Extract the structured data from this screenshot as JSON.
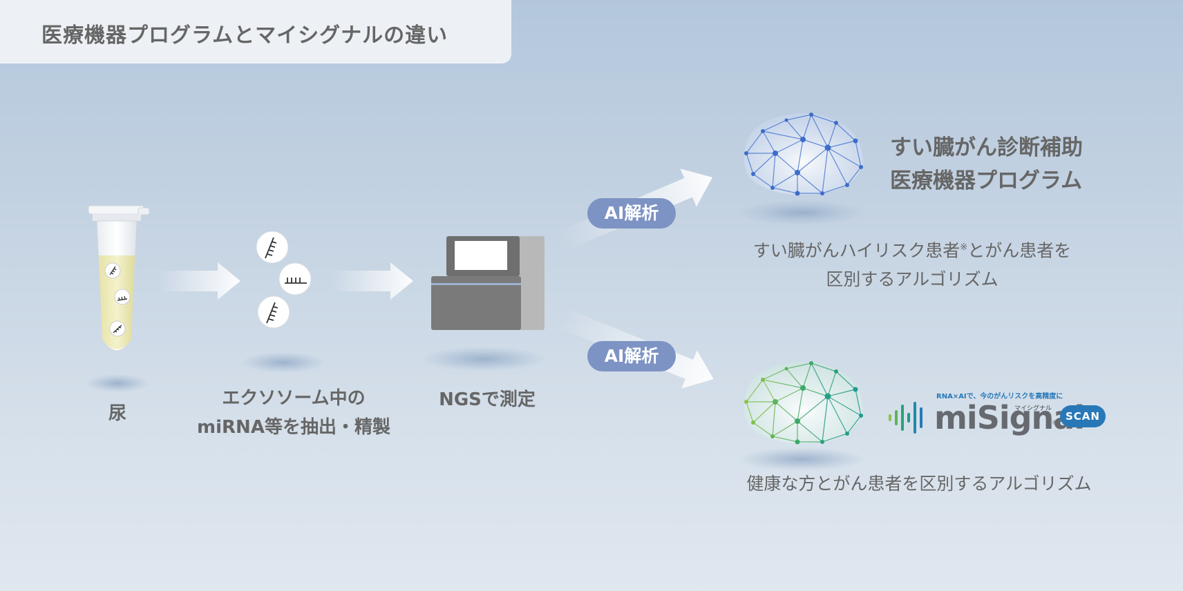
{
  "header": {
    "title": "医療機器プログラムとマイシグナルの違い"
  },
  "steps": {
    "urine": {
      "label": "尿"
    },
    "extract": {
      "line1": "エクソソーム中の",
      "line2": "miRNA等を抽出・精製"
    },
    "ngs": {
      "label": "NGSで測定"
    }
  },
  "analysis": {
    "top_pill": "AI解析",
    "bottom_pill": "AI解析"
  },
  "outcomes": {
    "program": {
      "title_line1": "すい臓がん診断補助",
      "title_line2": "医療機器プログラム",
      "desc_line1_a": "すい臓がんハイリスク患者",
      "desc_note_mark": "※",
      "desc_line1_b": "とがん患者を",
      "desc_line2": "区別するアルゴリズム"
    },
    "misignal": {
      "tagline": "RNA×AIで、今のがんリスクを高精度に",
      "wordmark": "miSignal",
      "kana": "マイシグナル",
      "registered": "®",
      "badge": "SCAN",
      "desc": "健康な方とがん患者を区別するアルゴリズム"
    }
  },
  "colors": {
    "brain_blue": "#4a78d0",
    "brain_green_start": "#8bc34a",
    "brain_green_end": "#1e9a8e",
    "pill": "#7d93c4",
    "misignal_blue": "#2878b8"
  }
}
